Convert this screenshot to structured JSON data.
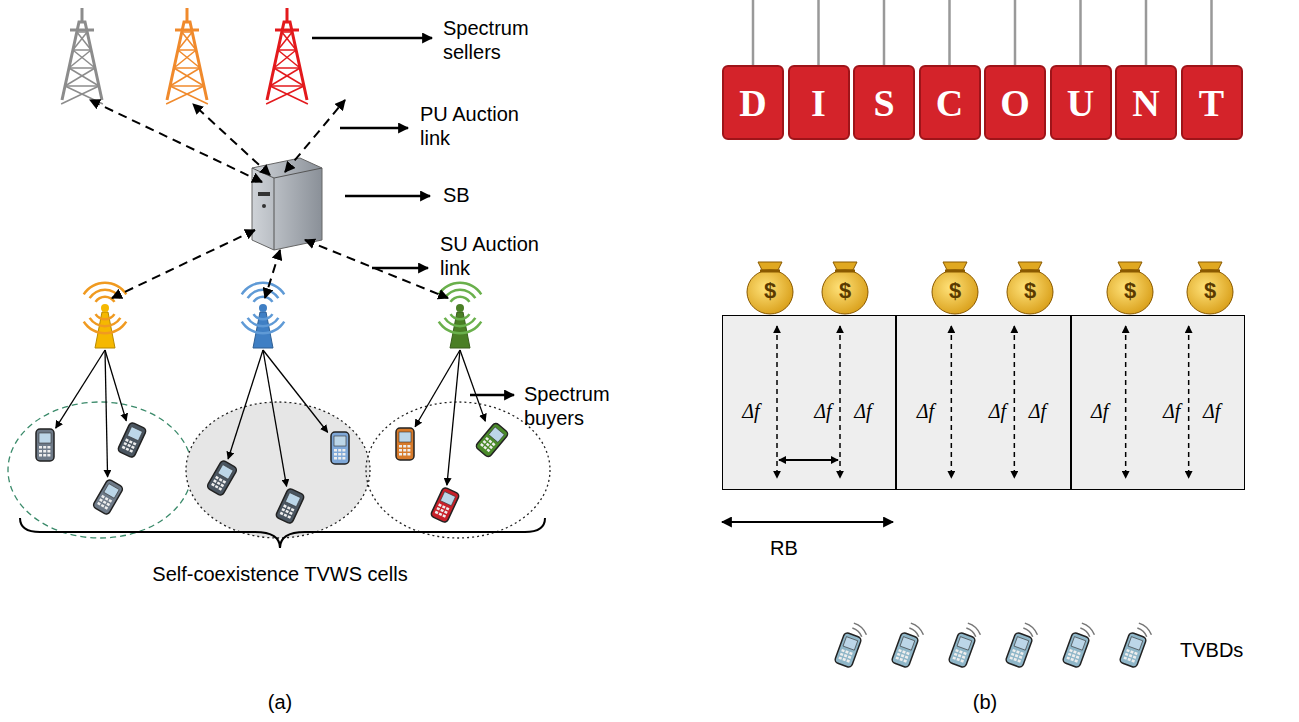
{
  "diagram": {
    "nodes": [
      {
        "text": [
          "D"
        ]
      },
      {
        "text": [
          "I"
        ]
      },
      {
        "text": [
          "S"
        ]
      },
      {
        "text": [
          "C"
        ]
      },
      {
        "text": [
          "O"
        ]
      },
      {
        "text": [
          "U"
        ]
      },
      {
        "text": [
          "N"
        ]
      },
      {
        "text": [
          "T"
        ]
      },
      {
        "text": [
          "Δf",
          "Δf",
          "Δf"
        ]
      },
      {
        "text": [
          "Δf",
          "Δf",
          "Δf"
        ]
      },
      {
        "text": [
          "Δf",
          "Δf",
          "Δf"
        ]
      }
    ],
    "labels": [
      "Spectrum sellers",
      "PU Auction link",
      "SB",
      "SU Auction link",
      "Spectrum buyers",
      "Self-coexistence TVWS cells",
      "(a)",
      "$",
      "$",
      "$",
      "$",
      "$",
      "$",
      "RB",
      "TVBDs",
      "(b)"
    ]
  }
}
